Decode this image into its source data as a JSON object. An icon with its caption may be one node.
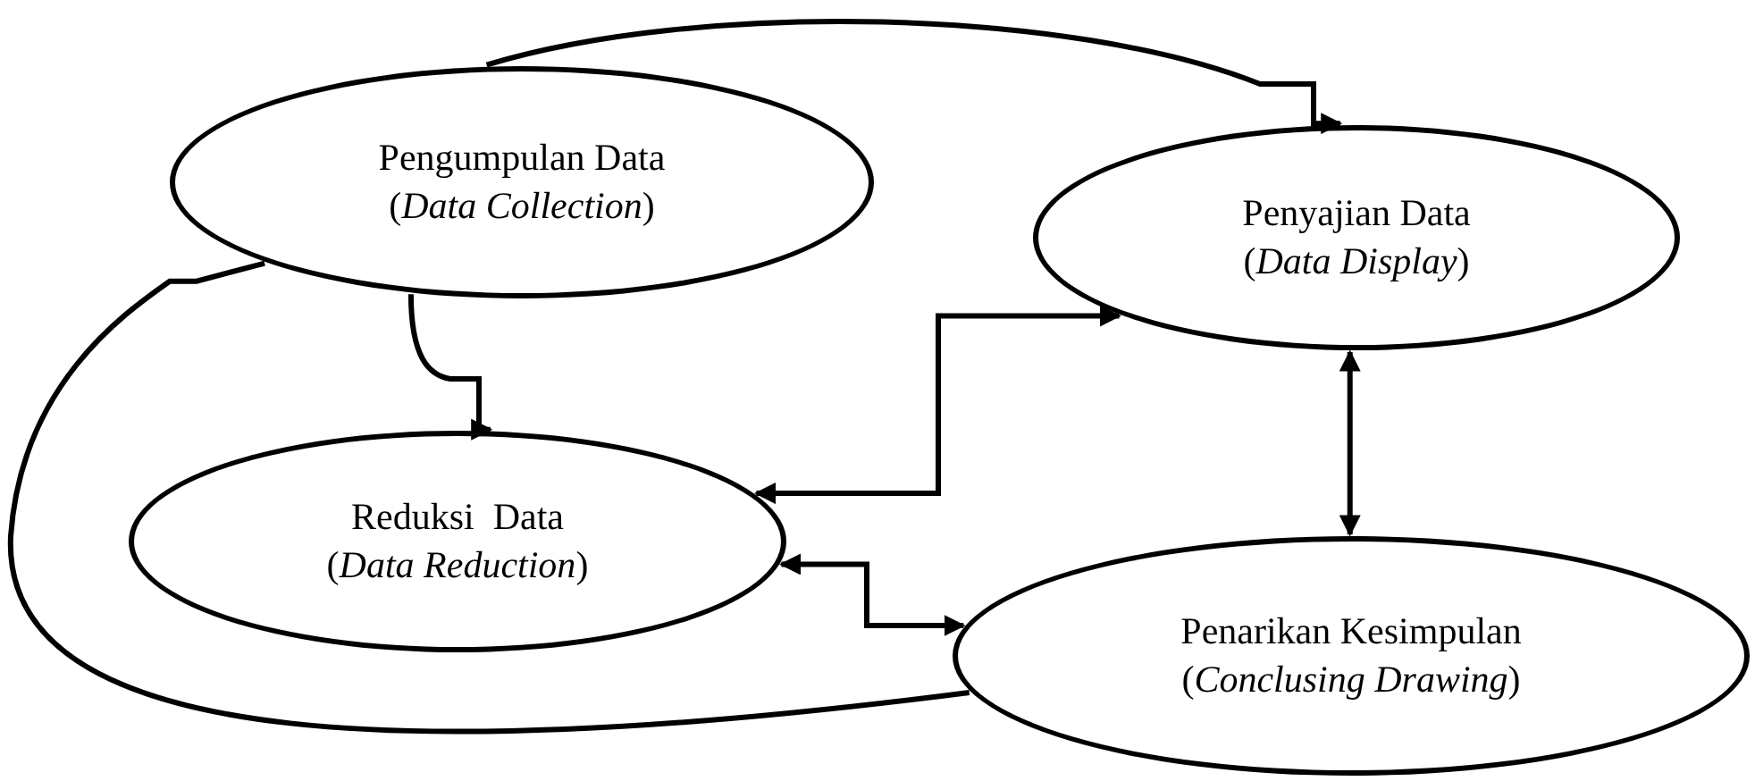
{
  "diagram": {
    "nodes": [
      {
        "text": [
          "Pengumpulan Data",
          "(*Data Collection*)"
        ]
      },
      {
        "text": [
          "Penyajian Data",
          "(*Data Display*)"
        ]
      },
      {
        "text": [
          "Reduksi  Data",
          "(*Data Reduction*)"
        ]
      },
      {
        "text": [
          "Penarikan Kesimpulan",
          "(*Conclusing Drawing*)"
        ]
      }
    ],
    "edges": [
      {
        "from": 0,
        "to": 1,
        "arrow": "to"
      },
      {
        "from": 0,
        "to": 2,
        "arrow": "to"
      },
      {
        "from": 2,
        "to": 1,
        "arrow": "both"
      },
      {
        "from": 1,
        "to": 3,
        "arrow": "both"
      },
      {
        "from": 2,
        "to": 3,
        "arrow": "both"
      },
      {
        "from": 3,
        "to": 0,
        "arrow": "none"
      }
    ]
  }
}
